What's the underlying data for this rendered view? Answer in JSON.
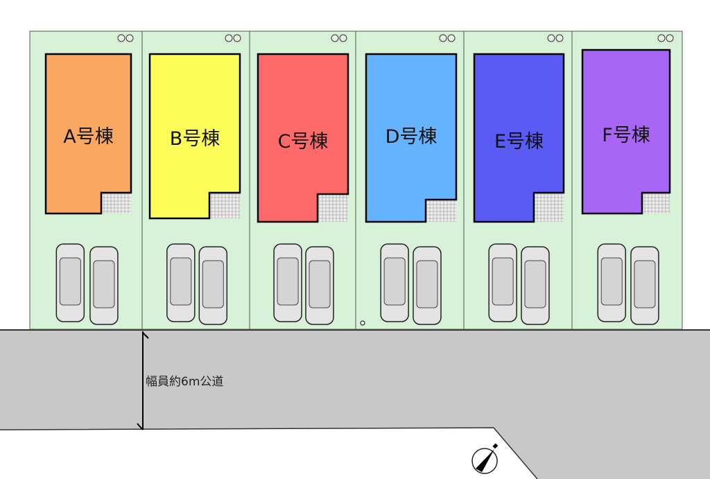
{
  "lots": [
    {
      "label": "A号棟",
      "color": "#f8a860"
    },
    {
      "label": "B号棟",
      "color": "#fdfd5a"
    },
    {
      "label": "C号棟",
      "color": "#fe6a6a"
    },
    {
      "label": "D号棟",
      "color": "#66b3fd"
    },
    {
      "label": "E号棟",
      "color": "#5a5af5"
    },
    {
      "label": "F号棟",
      "color": "#a966f5"
    }
  ],
  "road": {
    "label": "幅員約6m公道",
    "color": "#c8c8c8"
  },
  "lot_color": "#d8f2d8",
  "compass_icon": "north-arrow-icon"
}
